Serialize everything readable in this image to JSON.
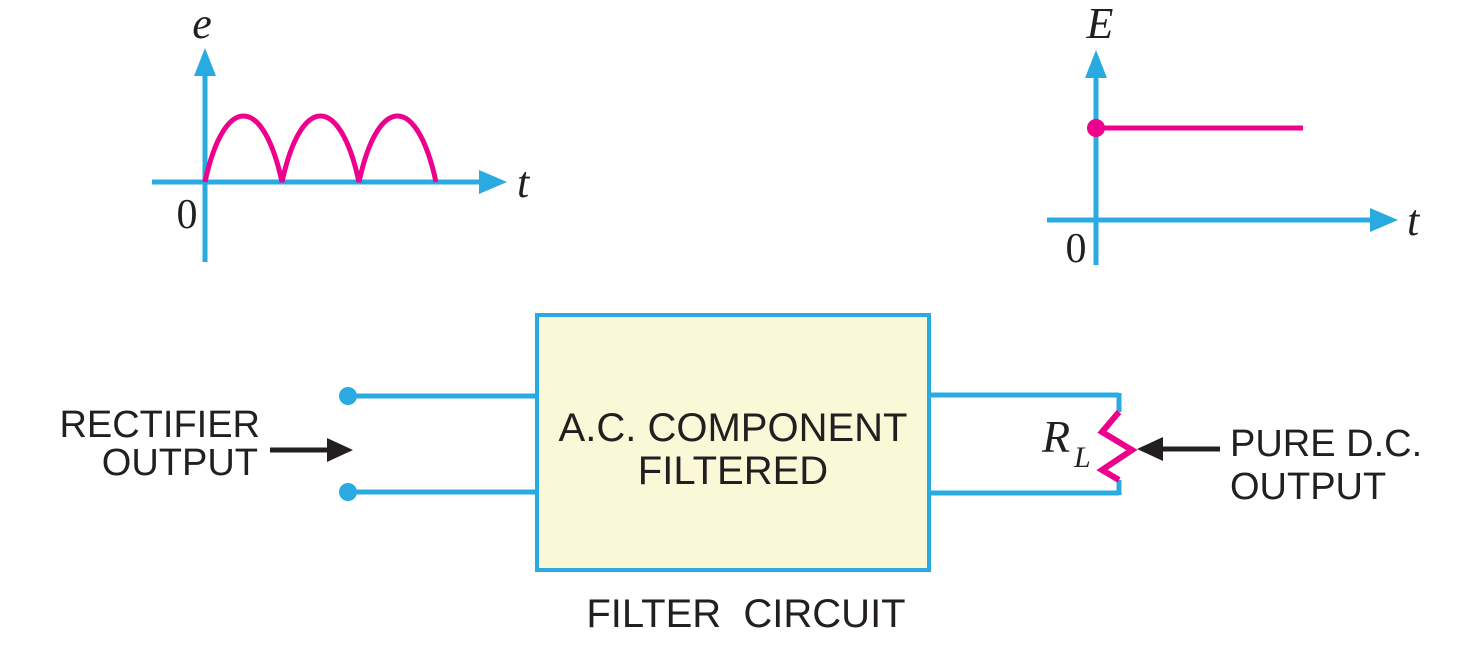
{
  "colors": {
    "wire_cyan": "#29ABE2",
    "signal_magenta": "#EC008C",
    "box_fill": "#FBF8D8",
    "ink_black": "#231F20"
  },
  "input_graph": {
    "y_axis_label": "e",
    "x_axis_label": "t",
    "origin_label": "0",
    "waveform": "pulsating d.c. — three half-sine humps above the time axis"
  },
  "output_graph": {
    "y_axis_label": "E",
    "x_axis_label": "t",
    "origin_label": "0",
    "waveform": "constant d.c. level — flat horizontal line with dot on the E axis"
  },
  "filter_box": {
    "label_line1": "A.C. COMPONENT",
    "label_line2": "FILTERED",
    "caption": "FILTER  CIRCUIT"
  },
  "input_label": {
    "line1": "RECTIFIER",
    "line2": "OUTPUT"
  },
  "output_label": {
    "line1": "PURE D.C.",
    "line2": "OUTPUT"
  },
  "load": {
    "symbol": "R",
    "subscript": "L"
  }
}
